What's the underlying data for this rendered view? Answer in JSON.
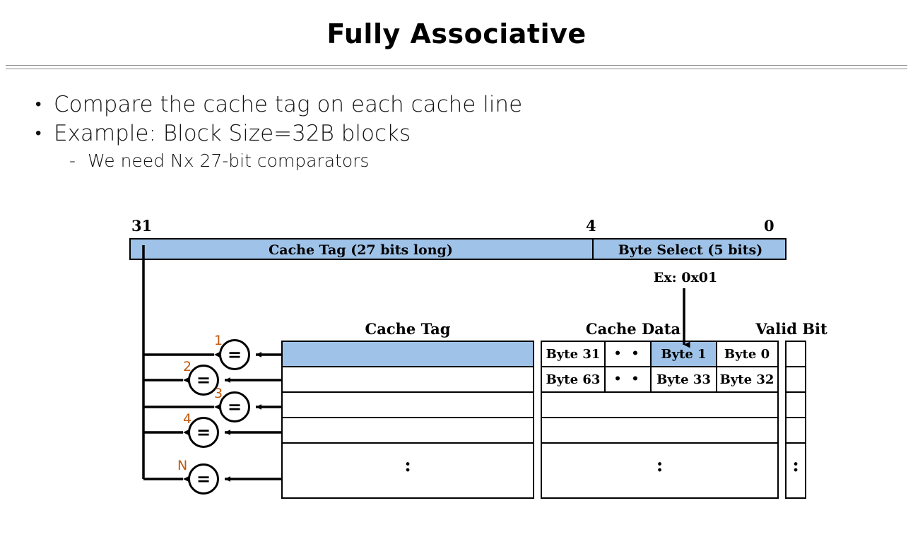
{
  "slide": {
    "title": "Fully Associative",
    "bullets": [
      {
        "level": 1,
        "text": "Compare the cache tag on each cache line"
      },
      {
        "level": 1,
        "text": "Example: Block Size=32B blocks"
      },
      {
        "level": 2,
        "text": "We need Nx 27-bit comparators"
      }
    ]
  },
  "colors": {
    "highlight_blue": "#9fc3e8",
    "comparator_label": "#c05a10",
    "line": "#000000",
    "rule": "#8f8f8f"
  },
  "address": {
    "bit_high": "31",
    "bit_split": "4",
    "bit_low": "0",
    "tag_field": "Cache Tag (27 bits long)",
    "select_field": "Byte Select (5 bits)",
    "example_note": "Ex: 0x01"
  },
  "headers": {
    "cache_tag": "Cache Tag",
    "cache_data": "Cache Data",
    "valid_bit": "Valid Bit"
  },
  "comparators": [
    {
      "label": "1",
      "glyph": "="
    },
    {
      "label": "2",
      "glyph": "="
    },
    {
      "label": "3",
      "glyph": "="
    },
    {
      "label": "4",
      "glyph": "="
    },
    {
      "label": "N",
      "glyph": "="
    }
  ],
  "tag_rows": [
    {
      "text": "",
      "selected": true
    },
    {
      "text": "",
      "selected": false
    },
    {
      "text": "",
      "selected": false
    },
    {
      "text": "",
      "selected": false
    },
    {
      "text": ":",
      "selected": false
    }
  ],
  "data_rows": [
    {
      "cells": [
        {
          "text": "Byte 31",
          "selected": false,
          "kind": "byte"
        },
        {
          "text": "• •",
          "selected": false,
          "kind": "dots"
        },
        {
          "text": "Byte 1",
          "selected": true,
          "kind": "byte"
        },
        {
          "text": "Byte 0",
          "selected": false,
          "kind": "byte"
        }
      ]
    },
    {
      "cells": [
        {
          "text": "Byte 63",
          "selected": false,
          "kind": "byte"
        },
        {
          "text": "• •",
          "selected": false,
          "kind": "dots"
        },
        {
          "text": "Byte 33",
          "selected": false,
          "kind": "byte"
        },
        {
          "text": "Byte 32",
          "selected": false,
          "kind": "byte"
        }
      ]
    },
    {
      "cells": []
    },
    {
      "cells": []
    },
    {
      "cells": [],
      "ellipsis": ":"
    }
  ],
  "valid_rows": [
    {
      "text": ""
    },
    {
      "text": ""
    },
    {
      "text": ""
    },
    {
      "text": ""
    },
    {
      "text": ":"
    }
  ]
}
